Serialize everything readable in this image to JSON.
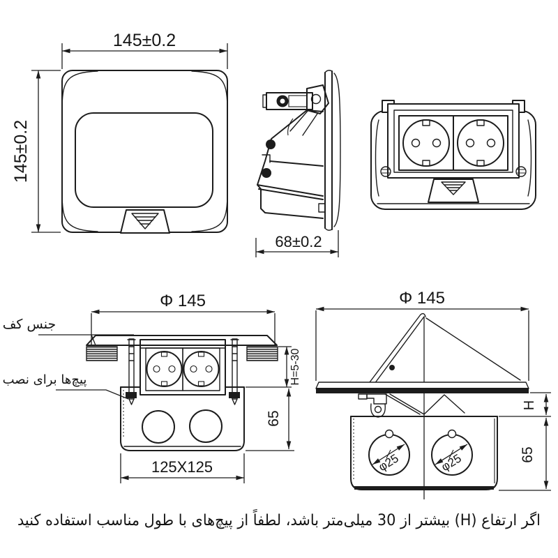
{
  "drawing": {
    "background": "#ffffff",
    "line_color": "#1c1c1c",
    "front_view": {
      "width_dim": "145±0.2",
      "height_dim": "145±0.2"
    },
    "side_view": {
      "depth_dim": "68±0.2"
    },
    "section_closed": {
      "diameter_dim": "Φ 145",
      "floor_label": "جنس کف",
      "screws_label": "پیچ‌ها برای نصب",
      "floor_thickness_dim": "H=5-30",
      "box_height_dim": "65",
      "box_size_dim": "125X125"
    },
    "section_open": {
      "diameter_dim": "Φ 145",
      "gap_dim": "H",
      "box_height_dim": "65",
      "knockout1_dim": "φ25",
      "knockout2_dim": "φ25"
    },
    "note": "اگر ارتفاع (H) بیشتر از 30 میلی‌متر باشد، لطفاً از پیچ‌های با طول مناسب استفاده کنید"
  }
}
